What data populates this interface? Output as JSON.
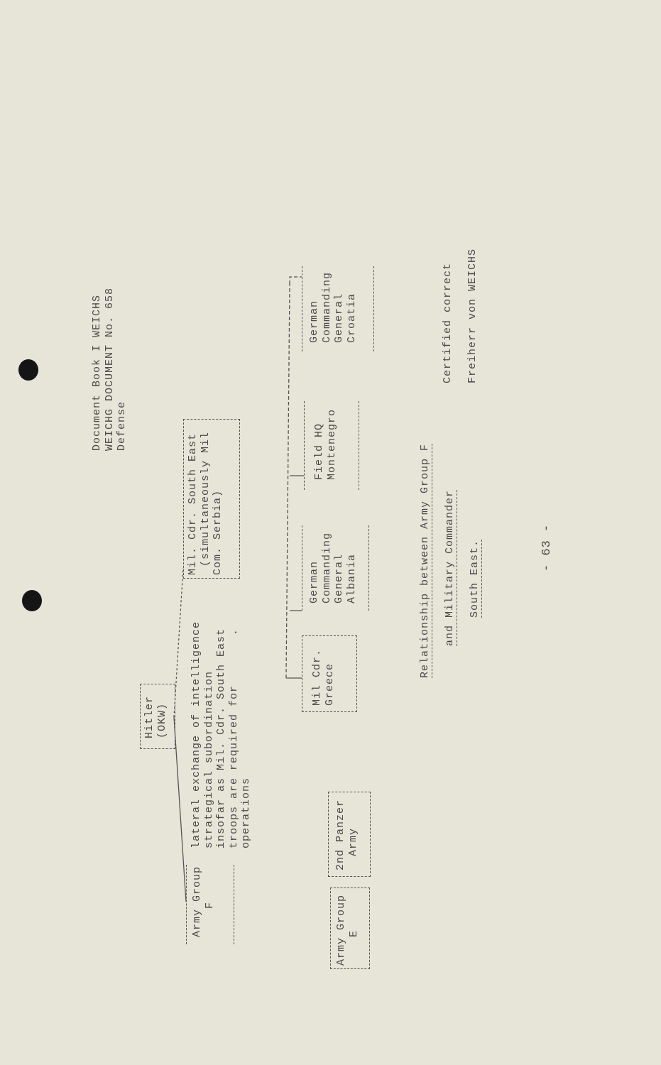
{
  "header": {
    "line1": "Document Book I WEICHS",
    "line2": "WEICHG DOCUMENT No. 658",
    "line3": "Defense"
  },
  "chart": {
    "hitler": [
      "Hitler",
      "(OKW)"
    ],
    "army_group_f": [
      "Army Group",
      "F"
    ],
    "lateral_note": [
      "lateral exchange of intelligence",
      "strategical subordination",
      "insofar as Mil. Cdr. South East",
      "troops are required for       .",
      "operations"
    ],
    "mil_cdr_se": [
      "Mil. Cdr. South East",
      "(simultaneously Mil",
      "Com. Serbia)"
    ],
    "army_group_e": [
      "Army Group",
      "E"
    ],
    "panzer_army": [
      "2nd Panzer",
      "Army"
    ],
    "mil_cdr_greece": [
      "Mil Cdr.",
      "Greece"
    ],
    "albania": [
      "German",
      "Commanding",
      "General",
      "Albania"
    ],
    "montenegro": [
      "Field HQ",
      "Montenegro"
    ],
    "croatia": [
      "German",
      "Commanding",
      "General",
      "Croatia"
    ]
  },
  "caption": {
    "line1": "Relationship between Army Group F",
    "line2": "and Military Commander",
    "line3": "South East."
  },
  "certification": {
    "line1": "Certified correct",
    "line2": "Freiherr von WEICHS"
  },
  "page_number": "- 63 -"
}
